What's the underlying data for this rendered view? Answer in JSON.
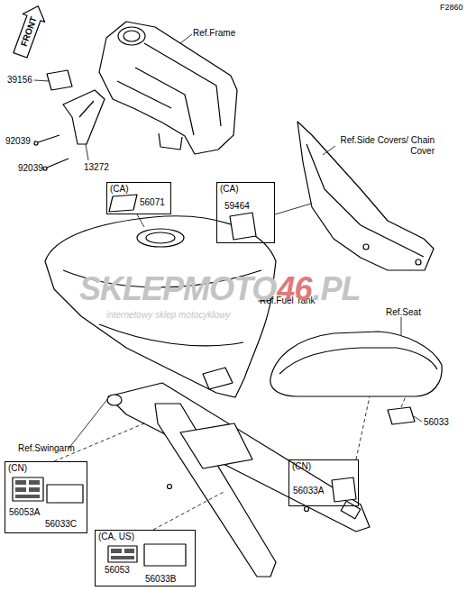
{
  "diagram": {
    "nodes": [
      {
        "text": [
          "(CA)",
          "56071"
        ]
      },
      {
        "text": [
          "(CA)",
          "59464"
        ]
      },
      {
        "text": [
          "(CN)",
          "56033A"
        ]
      },
      {
        "text": [
          "(CN)",
          "56053A",
          "56033C"
        ]
      },
      {
        "text": [
          "(CA, US)",
          "56053",
          "56033B"
        ]
      }
    ],
    "labels": [
      "F2860",
      "FRONT",
      "Ref.Frame",
      "39156",
      "92039",
      "92039",
      "13272",
      "Ref.Side Covers/ Chain Cover",
      "Ref.Fuel Tank",
      "SKLEPMOTO",
      "46",
      ".PL",
      "internetowy sklep motocyklowy",
      "Ref.Seat",
      "56033",
      "Ref.Swingarm"
    ]
  }
}
